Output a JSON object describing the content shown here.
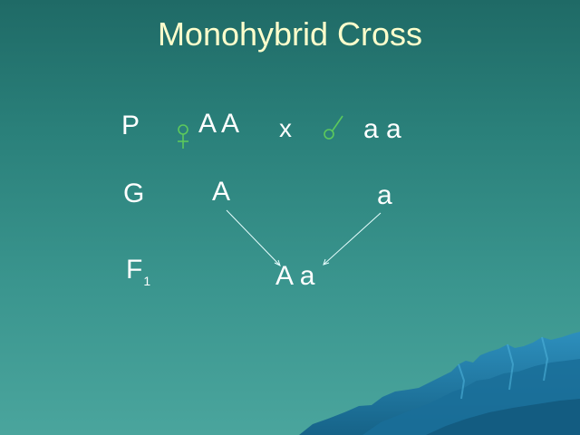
{
  "title": "Monohybrid  Cross",
  "rows": {
    "p_label": "P",
    "g_label": "G",
    "f_label": "F",
    "f_sub": "1"
  },
  "parents": {
    "female_genotype": "A A",
    "cross": "x",
    "male_genotype": "a a"
  },
  "gametes": {
    "female": "A",
    "male": "a"
  },
  "offspring": {
    "genotype": "A a"
  },
  "icons": [
    "female-symbol-icon",
    "male-symbol-icon"
  ],
  "colors": {
    "title": "#ffffcc",
    "text": "#ffffff",
    "symbol": "#5cc95c",
    "mountain": "#1d6fa0"
  }
}
